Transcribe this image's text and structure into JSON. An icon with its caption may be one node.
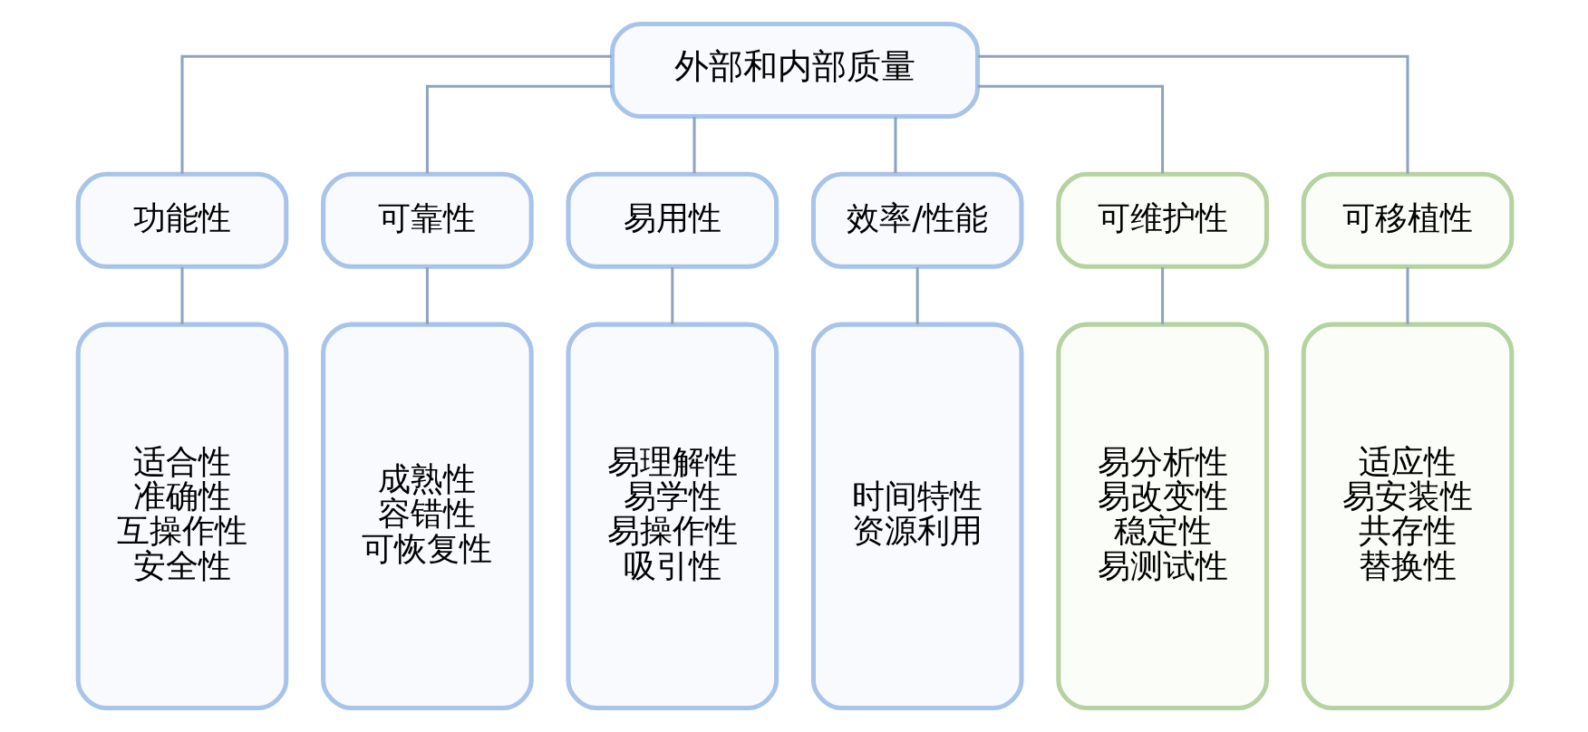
{
  "diagram": {
    "nodes": [
      {
        "text": [
          "外部和内部质量"
        ]
      },
      {
        "text": [
          "功能性"
        ]
      },
      {
        "text": [
          "可靠性"
        ]
      },
      {
        "text": [
          "易用性"
        ]
      },
      {
        "text": [
          "效率/性能"
        ]
      },
      {
        "text": [
          "可维护性"
        ]
      },
      {
        "text": [
          "可移植性"
        ]
      },
      {
        "text": [
          "适合性",
          "准确性",
          "互操作性",
          "安全性"
        ]
      },
      {
        "text": [
          "成熟性",
          "容错性",
          "可恢复性"
        ]
      },
      {
        "text": [
          "易理解性",
          "易学性",
          "易操作性",
          "吸引性"
        ]
      },
      {
        "text": [
          "时间特性",
          "资源利用"
        ]
      },
      {
        "text": [
          "易分析性",
          "易改变性",
          "稳定性",
          "易测试性"
        ]
      },
      {
        "text": [
          "适应性",
          "易安装性",
          "共存性",
          "替换性"
        ]
      }
    ],
    "edges": [
      {
        "from": 0,
        "to": 1,
        "arrow": "none"
      },
      {
        "from": 0,
        "to": 2,
        "arrow": "none"
      },
      {
        "from": 0,
        "to": 3,
        "arrow": "none"
      },
      {
        "from": 0,
        "to": 4,
        "arrow": "none"
      },
      {
        "from": 0,
        "to": 5,
        "arrow": "none"
      },
      {
        "from": 0,
        "to": 6,
        "arrow": "none"
      },
      {
        "from": 1,
        "to": 7,
        "arrow": "none"
      },
      {
        "from": 2,
        "to": 8,
        "arrow": "none"
      },
      {
        "from": 3,
        "to": 9,
        "arrow": "none"
      },
      {
        "from": 4,
        "to": 10,
        "arrow": "none"
      },
      {
        "from": 5,
        "to": 11,
        "arrow": "none"
      },
      {
        "from": 6,
        "to": 12,
        "arrow": "none"
      }
    ]
  }
}
